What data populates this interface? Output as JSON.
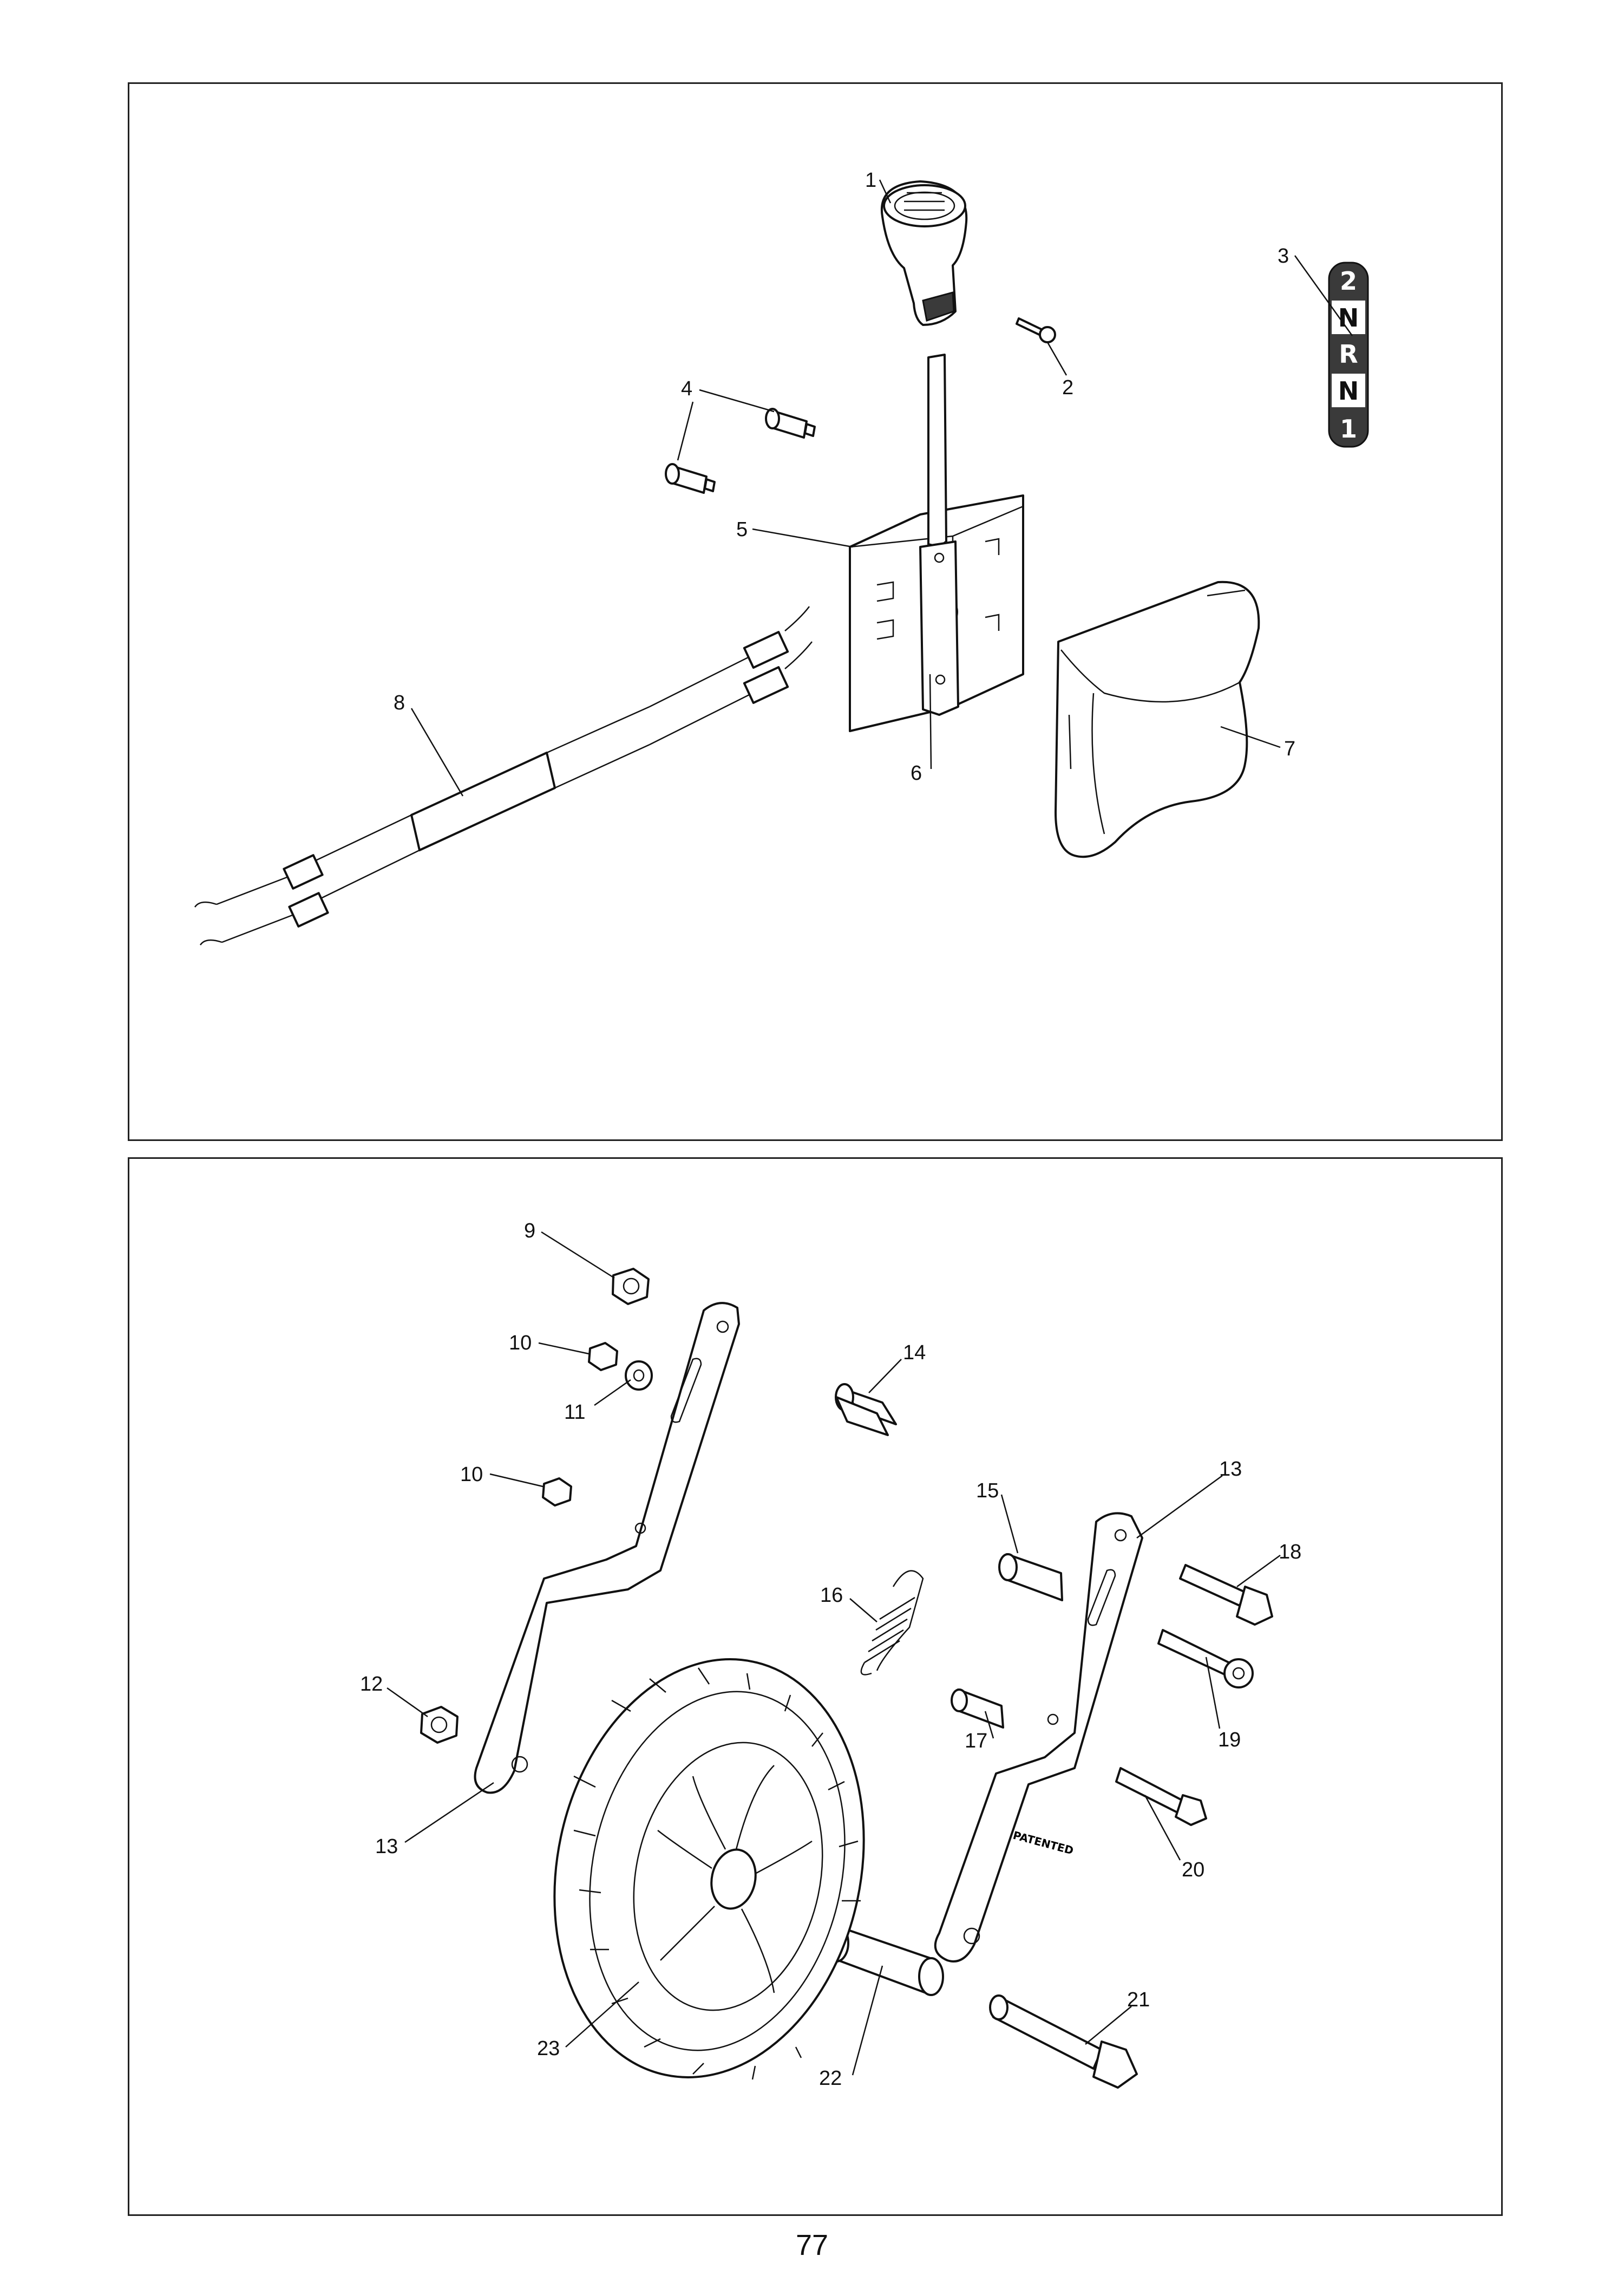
{
  "page_number": "77",
  "top_panel": {
    "callouts": [
      "1",
      "2",
      "3",
      "4",
      "5",
      "6",
      "7",
      "8"
    ],
    "gear_indicator": [
      "2",
      "N",
      "R",
      "N",
      "1"
    ]
  },
  "bottom_panel": {
    "callouts": [
      "9",
      "10",
      "11",
      "10",
      "12",
      "13",
      "14",
      "15",
      "16",
      "17",
      "13",
      "18",
      "19",
      "20",
      "21",
      "22",
      "23"
    ],
    "bracket_marking": "PATENTED"
  },
  "colors": {
    "line": "#111111",
    "dark_fill": "#3a3a3a",
    "background": "#ffffff"
  }
}
